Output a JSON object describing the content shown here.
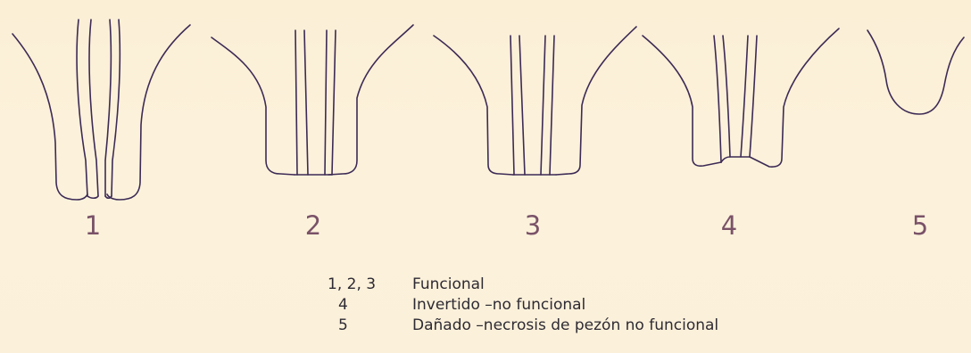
{
  "diagram": {
    "teat_numbers": [
      "1",
      "2",
      "3",
      "4",
      "5"
    ],
    "line_color": "#3d2a55",
    "number_color": "#7a5268",
    "background_color": "#fbf0d8"
  },
  "legend": [
    {
      "key": "1, 2, 3",
      "description": "Funcional"
    },
    {
      "key": "4",
      "description": "Invertido –no funcional"
    },
    {
      "key": "5",
      "description": "Dañado  –necrosis de pezón no funcional"
    }
  ]
}
